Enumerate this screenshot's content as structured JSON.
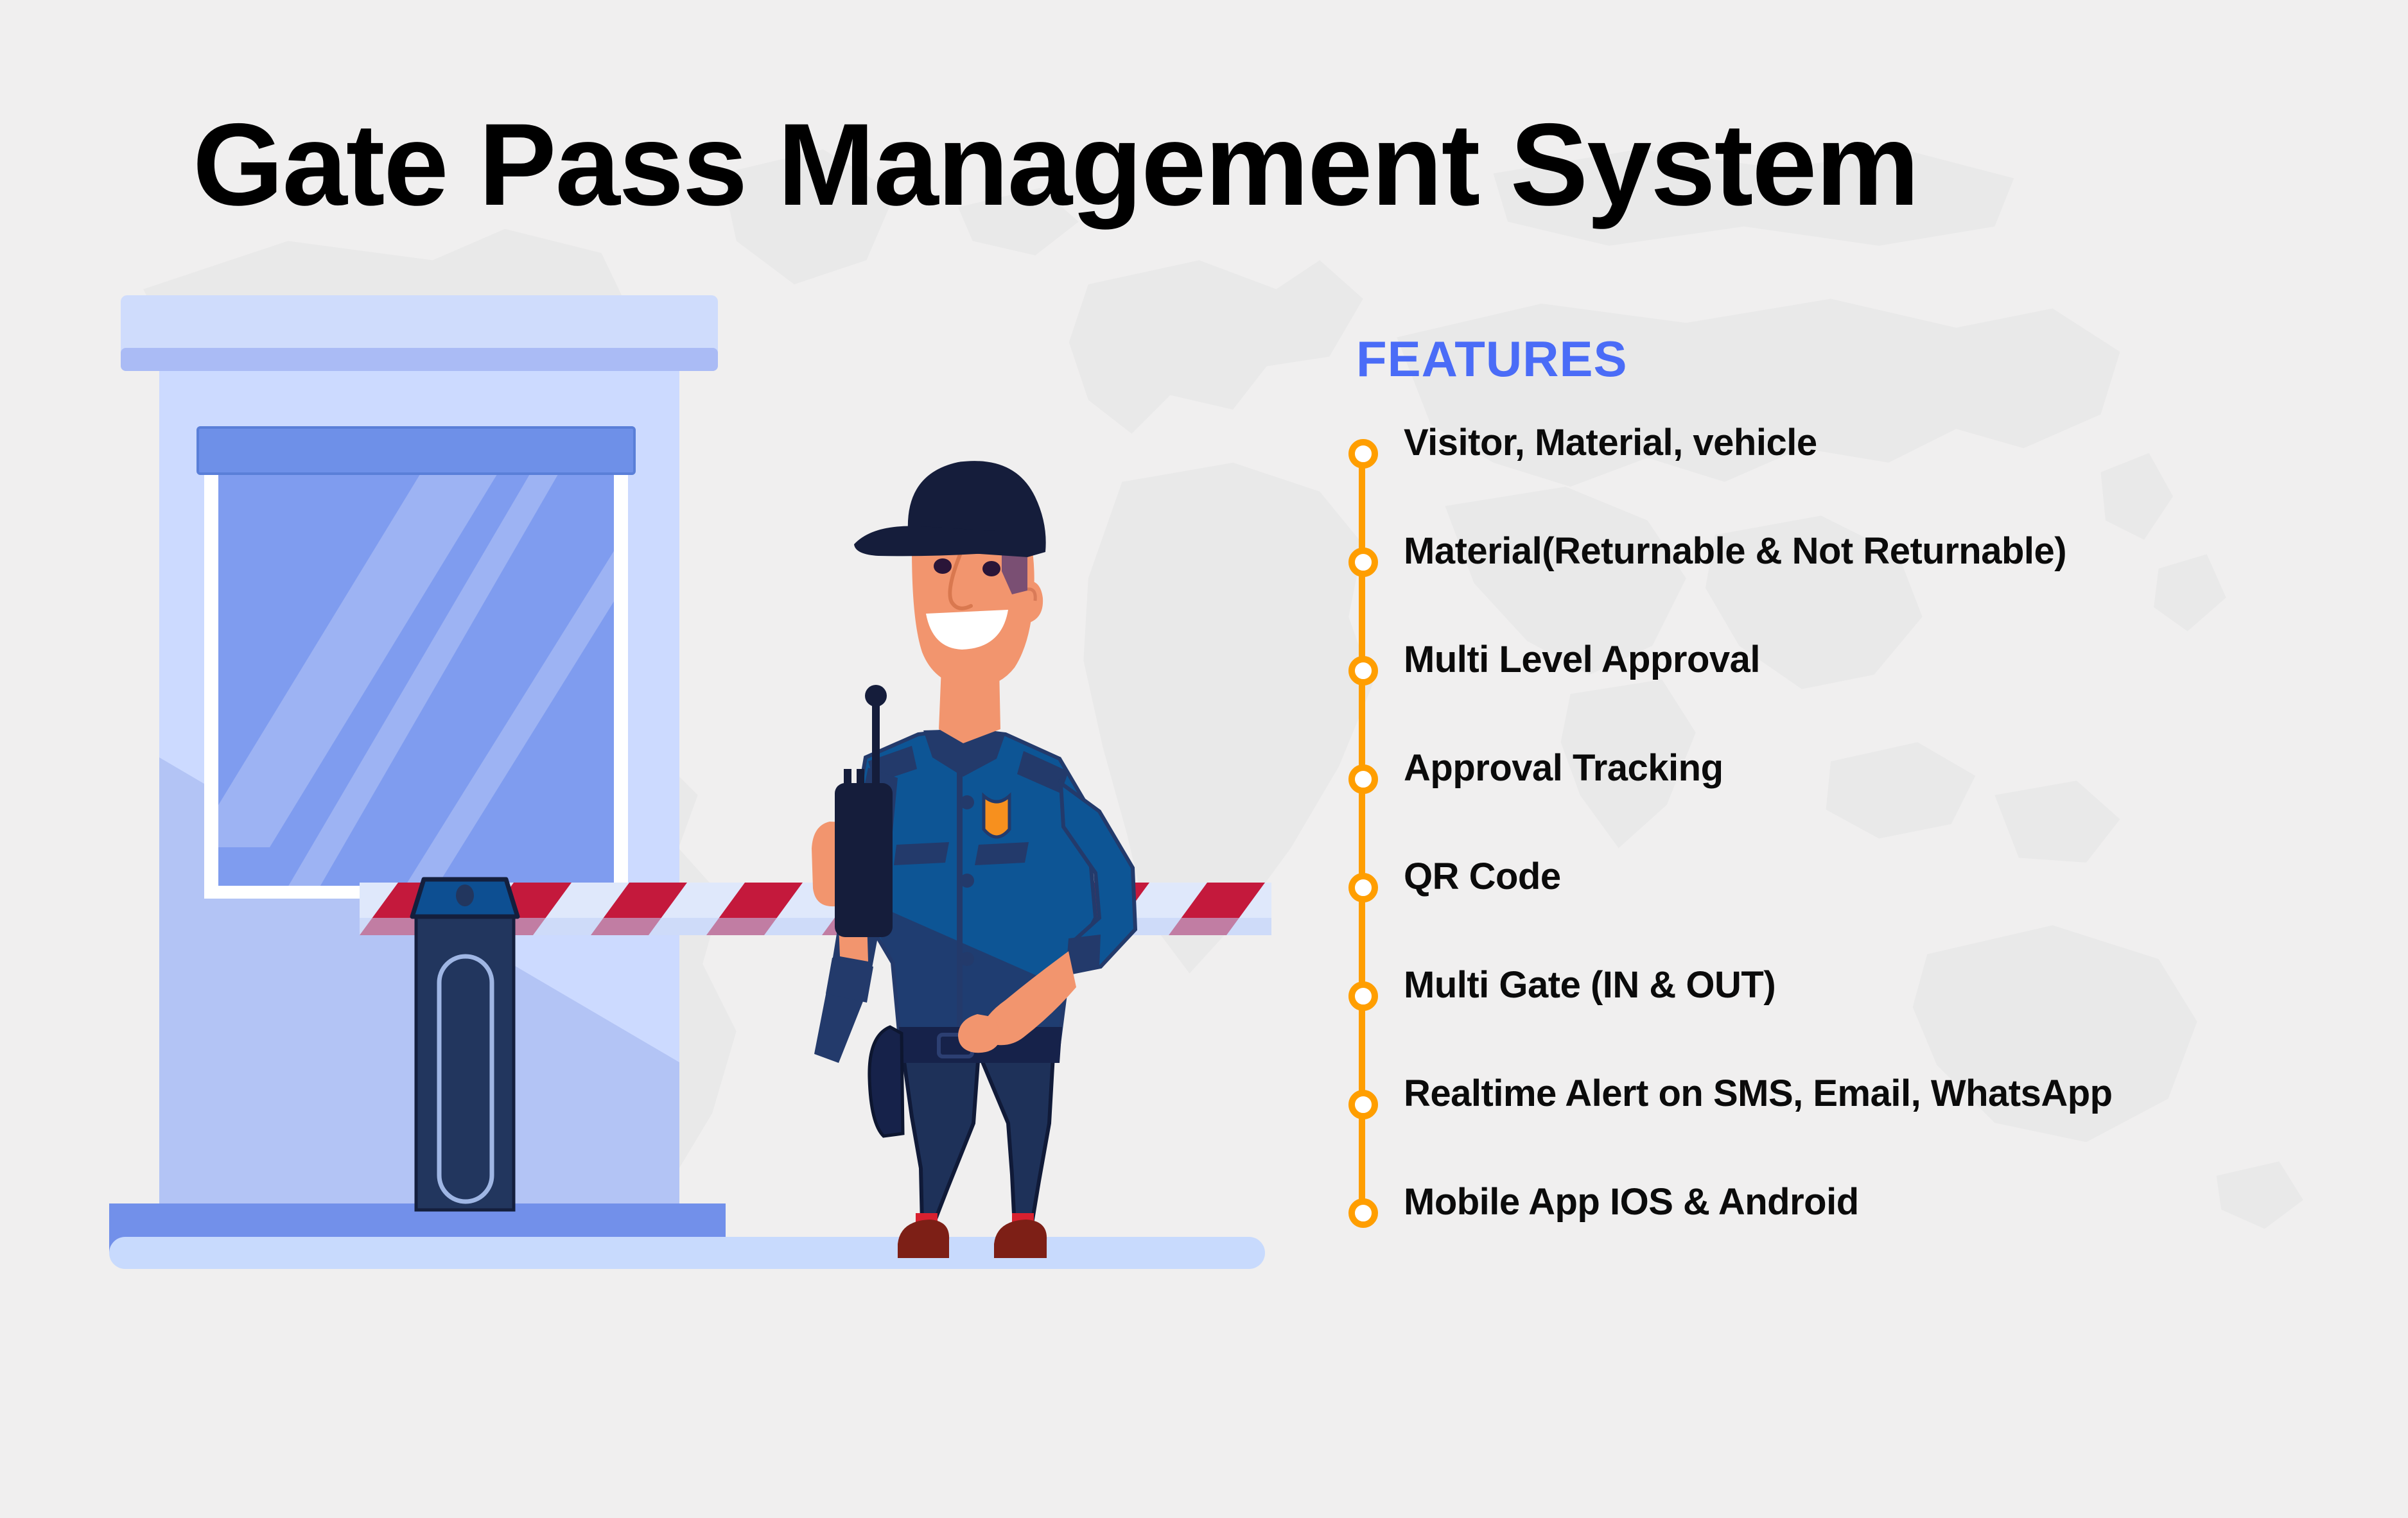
{
  "page": {
    "title": "Gate Pass Management System",
    "background_color": "#f0efef"
  },
  "features": {
    "heading": "FEATURES",
    "heading_color": "#4a6cf7",
    "bullet_color": "#FF9E00",
    "items": [
      {
        "label": "Visitor, Material, vehicle"
      },
      {
        "label": "Material(Returnable & Not Returnable)"
      },
      {
        "label": "Multi Level Approval"
      },
      {
        "label": "Approval Tracking"
      },
      {
        "label": "QR Code"
      },
      {
        "label": "Multi Gate (IN & OUT)"
      },
      {
        "label": "Realtime Alert on SMS, Email, WhatsApp"
      },
      {
        "label": "Mobile App IOS & Android"
      }
    ]
  },
  "illustration": {
    "name": "security-guard-at-gate-barrier",
    "colors": {
      "booth_body": "#ccdaff",
      "booth_body_shadow": "#b3c4f5",
      "booth_roof": "#cfdcfc",
      "booth_roof_lip": "#aabbf5",
      "booth_base": "#7290ea",
      "window_frame": "#6e90e8",
      "window_glass": "#7f9cef",
      "window_glass_highlight": "#9db3f3",
      "ground_strip": "#c8dafd",
      "barrier_arm_base": "#dfe8fb",
      "barrier_arm_stripe": "#c4193c",
      "barrier_post": "#22365e",
      "barrier_post_cap": "#0d4f92",
      "guard_skin": "#f2956e",
      "guard_cap": "#151d3b",
      "guard_hair": "#7a4f73",
      "guard_shirt": "#0d5595",
      "guard_shirt_dark": "#233a6b",
      "guard_pants": "#1e3159",
      "guard_badge": "#f7901e",
      "guard_sock": "#d8202f",
      "guard_shoe": "#7d1f16",
      "eyebrow": "#1b4f9c"
    },
    "parts": [
      "guard-booth",
      "booth-window",
      "barrier-arm",
      "barrier-post",
      "security-guard",
      "walkie-talkie",
      "badge",
      "ground"
    ]
  }
}
